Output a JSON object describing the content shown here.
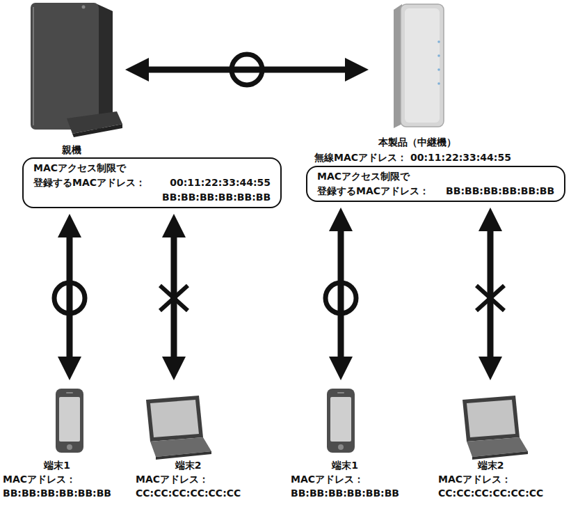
{
  "diagram": {
    "nodes": [
      {
        "text": [
          "親機"
        ]
      },
      {
        "text": [
          "MACアクセス制限で 登録するMACアドレス：",
          "00:11:22:33:44:55",
          "BB:BB:BB:BB:BB:BB"
        ]
      },
      {
        "text": [
          "本製品（中継機）"
        ]
      },
      {
        "text": [
          "MACアクセス制限で 登録するMACアドレス：",
          "BB:BB:BB:BB:BB:BB"
        ]
      },
      {
        "text": [
          "端末1",
          "MACアドレス：",
          "BB:BB:BB:BB:BB:BB"
        ]
      },
      {
        "text": [
          "端末2",
          "MACアドレス：",
          "CC:CC:CC:CC:CC:CC"
        ]
      },
      {
        "text": [
          "端末1",
          "MACアドレス：",
          "BB:BB:BB:BB:BB:BB"
        ]
      },
      {
        "text": [
          "端末2",
          "MACアドレス：",
          "CC:CC:CC:CC:CC:CC"
        ]
      }
    ],
    "edges": [
      {
        "from": 0,
        "to": 2,
        "arrow": "both"
      },
      {
        "from": 1,
        "to": 4,
        "arrow": "both"
      },
      {
        "from": 1,
        "to": 5,
        "arrow": "both"
      },
      {
        "from": 3,
        "to": 6,
        "arrow": "both"
      },
      {
        "from": 3,
        "to": 7,
        "arrow": "both"
      }
    ],
    "labels": [
      "無線MACアドレス：",
      "00:11:22:33:44:55"
    ]
  }
}
